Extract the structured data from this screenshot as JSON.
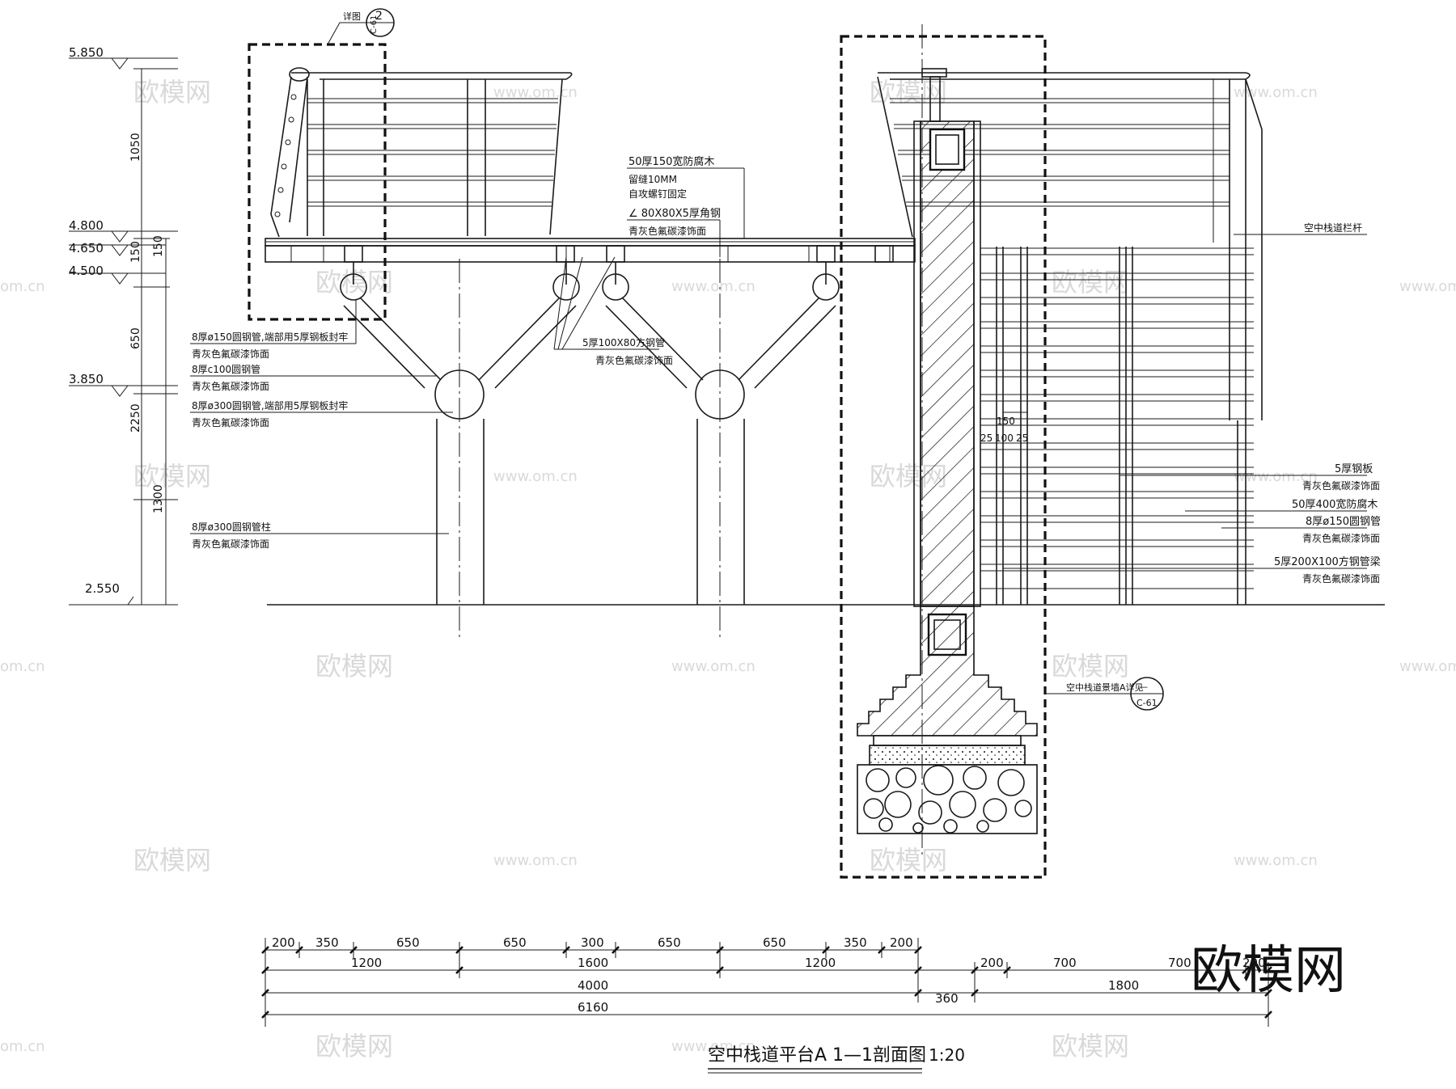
{
  "drawing": {
    "title": "空中栈道平台A  1—1剖面图",
    "scale": "1:20",
    "brand": "欧模网"
  },
  "elevations": [
    "5.850",
    "4.800",
    "4.650",
    "4.500",
    "3.850",
    "2.550"
  ],
  "vertical_dims": [
    "1050",
    "150",
    "150",
    "650",
    "2250",
    "1300"
  ],
  "detail_refs": {
    "top_label": "详图",
    "top_num": "2",
    "top_sheet": "C-61",
    "wall_num": "—",
    "wall_sheet": "C-61"
  },
  "annotations": {
    "wood_deck": "50厚150宽防腐木",
    "gap": "留缝10MM",
    "screw": "自攻螺钉固定",
    "angle_steel": "∠ 80X80X5厚角钢",
    "finish": "青灰色氟碳漆饰面",
    "pipe150": "8厚ø150圆钢管,端部用5厚钢板封牢",
    "pipe100": "8厚c100圆钢管",
    "pipe300": "8厚ø300圆钢管,端部用5厚钢板封牢",
    "square_tube": "5厚100X80方钢管",
    "column": "8厚ø300圆钢管柱",
    "railing": "空中栈道栏杆",
    "steel_plate": "5厚钢板",
    "wood400": "50厚400宽防腐木",
    "pipe150b": "8厚ø150圆钢管",
    "beam": "5厚200X100方钢管梁",
    "wall_detail": "空中栈道景墙A详见",
    "small_dim_total": "150",
    "small_dim_a": "25",
    "small_dim_b": "100",
    "small_dim_c": "25"
  },
  "dims": {
    "row1": [
      "200",
      "350",
      "650",
      "650",
      "300",
      "650",
      "650",
      "350",
      "200"
    ],
    "row2": [
      "1200",
      "1600",
      "1200"
    ],
    "row2b": [
      "200",
      "700",
      "700",
      "200"
    ],
    "row3": [
      "4000",
      "360",
      "1800"
    ],
    "row4": [
      "6160"
    ]
  },
  "watermarks": [
    "欧模网",
    "www.om.cn",
    "om.cn"
  ]
}
